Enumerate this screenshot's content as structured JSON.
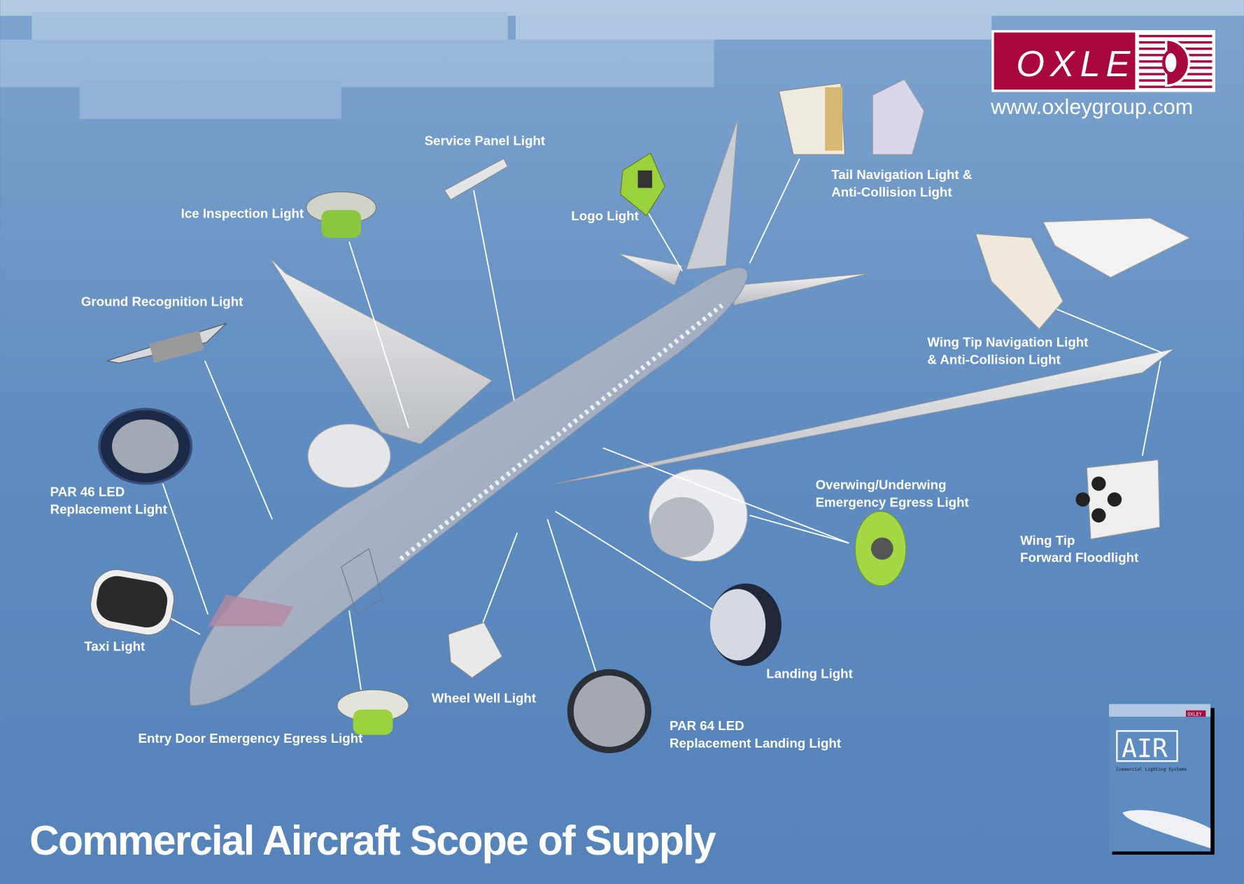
{
  "brand": {
    "name": "OXLEY",
    "url": "www.oxleygroup.com",
    "color": "#a8083f"
  },
  "title": "Commercial Aircraft Scope of Supply",
  "labels": {
    "service_panel": [
      "Service Panel Light"
    ],
    "ice_inspection": [
      "Ice Inspection Light"
    ],
    "logo_light": [
      "Logo Light"
    ],
    "tail_nav": [
      "Tail Navigation Light &",
      "Anti-Collision Light"
    ],
    "ground_recognition": [
      "Ground Recognition Light"
    ],
    "wing_tip_nav": [
      "Wing Tip Navigation Light",
      "& Anti-Collision Light"
    ],
    "par46": [
      "PAR 46 LED",
      "Replacement Light"
    ],
    "overwing": [
      "Overwing/Underwing",
      "Emergency Egress Light"
    ],
    "wing_tip_flood": [
      "Wing Tip",
      "Forward Floodlight"
    ],
    "taxi": [
      "Taxi Light"
    ],
    "landing": [
      "Landing Light"
    ],
    "wheel_well": [
      "Wheel Well Light"
    ],
    "par64": [
      "PAR 64 LED",
      "Replacement Landing Light"
    ],
    "entry_door": [
      "Entry Door Emergency Egress Light"
    ]
  },
  "brochure": {
    "title": "AIR",
    "subtitle": "Commercial Lighting Systems",
    "brand": "OXLEY"
  }
}
